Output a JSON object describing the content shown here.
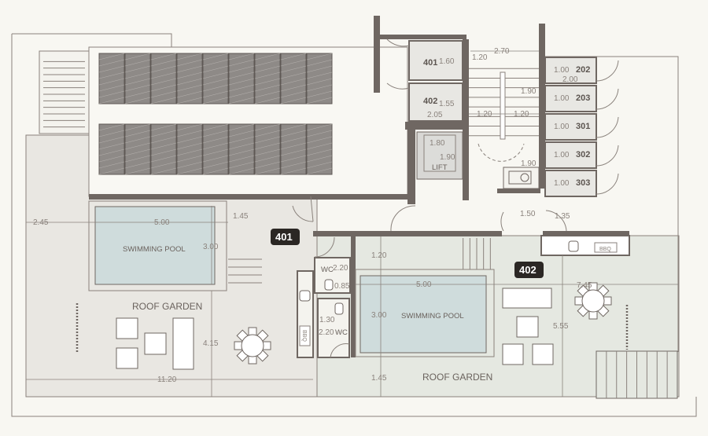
{
  "plan": {
    "units": [
      {
        "id": "401",
        "color": "#2b2724"
      },
      {
        "id": "402",
        "color": "#2b2724"
      }
    ],
    "storage": [
      "401",
      "402",
      "202",
      "203",
      "301",
      "302",
      "303"
    ],
    "labels": {
      "pool": "SWIMMING POOL",
      "garden": "ROOF GARDEN",
      "wc": "WC",
      "bbq": "BBQ",
      "lift": "LIFT"
    },
    "dims": {
      "d1_60": "1.60",
      "d1_55": "1.55",
      "d2_05": "2.05",
      "d2_70": "2.70",
      "d1_20a": "1.20",
      "d1_90a": "1.90",
      "d1_20b": "1.20",
      "d1_20c": "1.20",
      "d1_80": "1.80",
      "d1_90b": "1.90",
      "d1_90c": "1.90",
      "d2_00": "2.00",
      "d1_00": "1.00",
      "d1_50": "1.50",
      "d1_35": "1.35",
      "d2_45": "2.45",
      "d5_00a": "5.00",
      "d1_45a": "1.45",
      "d3_00a": "3.00",
      "d4_15": "4.15",
      "d11_20": "11.20",
      "d2_20a": "2.20",
      "d0_85": "0.85",
      "d1_30": "1.30",
      "d2_20b": "2.20",
      "d1_20d": "1.20",
      "d5_00b": "5.00",
      "d3_00b": "3.00",
      "d1_45b": "1.45",
      "d7_45": "7.45",
      "d5_55": "5.55"
    },
    "colors": {
      "pool": "#cfdcdc",
      "garden_left": "#e9e7e2",
      "garden_right": "#e5e8e1",
      "wall": "#6f6762"
    }
  }
}
